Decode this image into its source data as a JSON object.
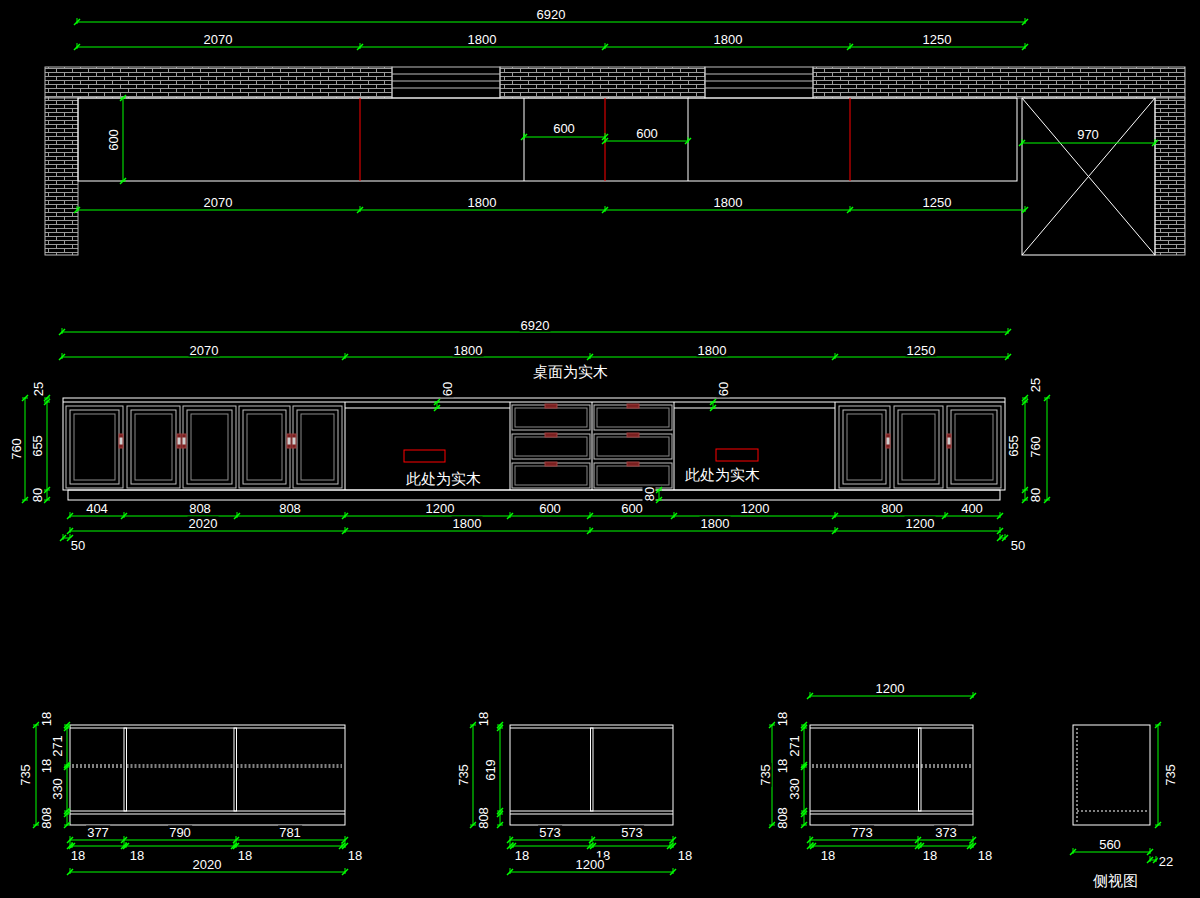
{
  "diagram": {
    "labels": [
      "6920",
      "2070",
      "1800",
      "1800",
      "1250",
      "600",
      "600",
      "600",
      "970",
      "2070",
      "1800",
      "1800",
      "1250",
      "6920",
      "2070",
      "1800",
      "1800",
      "1250",
      "桌面为实木",
      "25",
      "760",
      "655",
      "80",
      "60",
      "60",
      "此处为实木",
      "此处为实木",
      "80",
      "25",
      "655",
      "760",
      "80",
      "404",
      "808",
      "808",
      "2020",
      "1200",
      "600",
      "600",
      "1200",
      "800",
      "400",
      "1800",
      "1800",
      "1200",
      "50",
      "50",
      "735",
      "18",
      "271",
      "18",
      "330",
      "808",
      "377",
      "790",
      "781",
      "18",
      "18",
      "18",
      "18",
      "2020",
      "735",
      "18",
      "619",
      "808",
      "573",
      "573",
      "18",
      "18",
      "18",
      "1200",
      "1200",
      "735",
      "18",
      "271",
      "18",
      "330",
      "808",
      "773",
      "373",
      "18",
      "18",
      "18",
      "735",
      "560",
      "22",
      "侧视图"
    ]
  }
}
